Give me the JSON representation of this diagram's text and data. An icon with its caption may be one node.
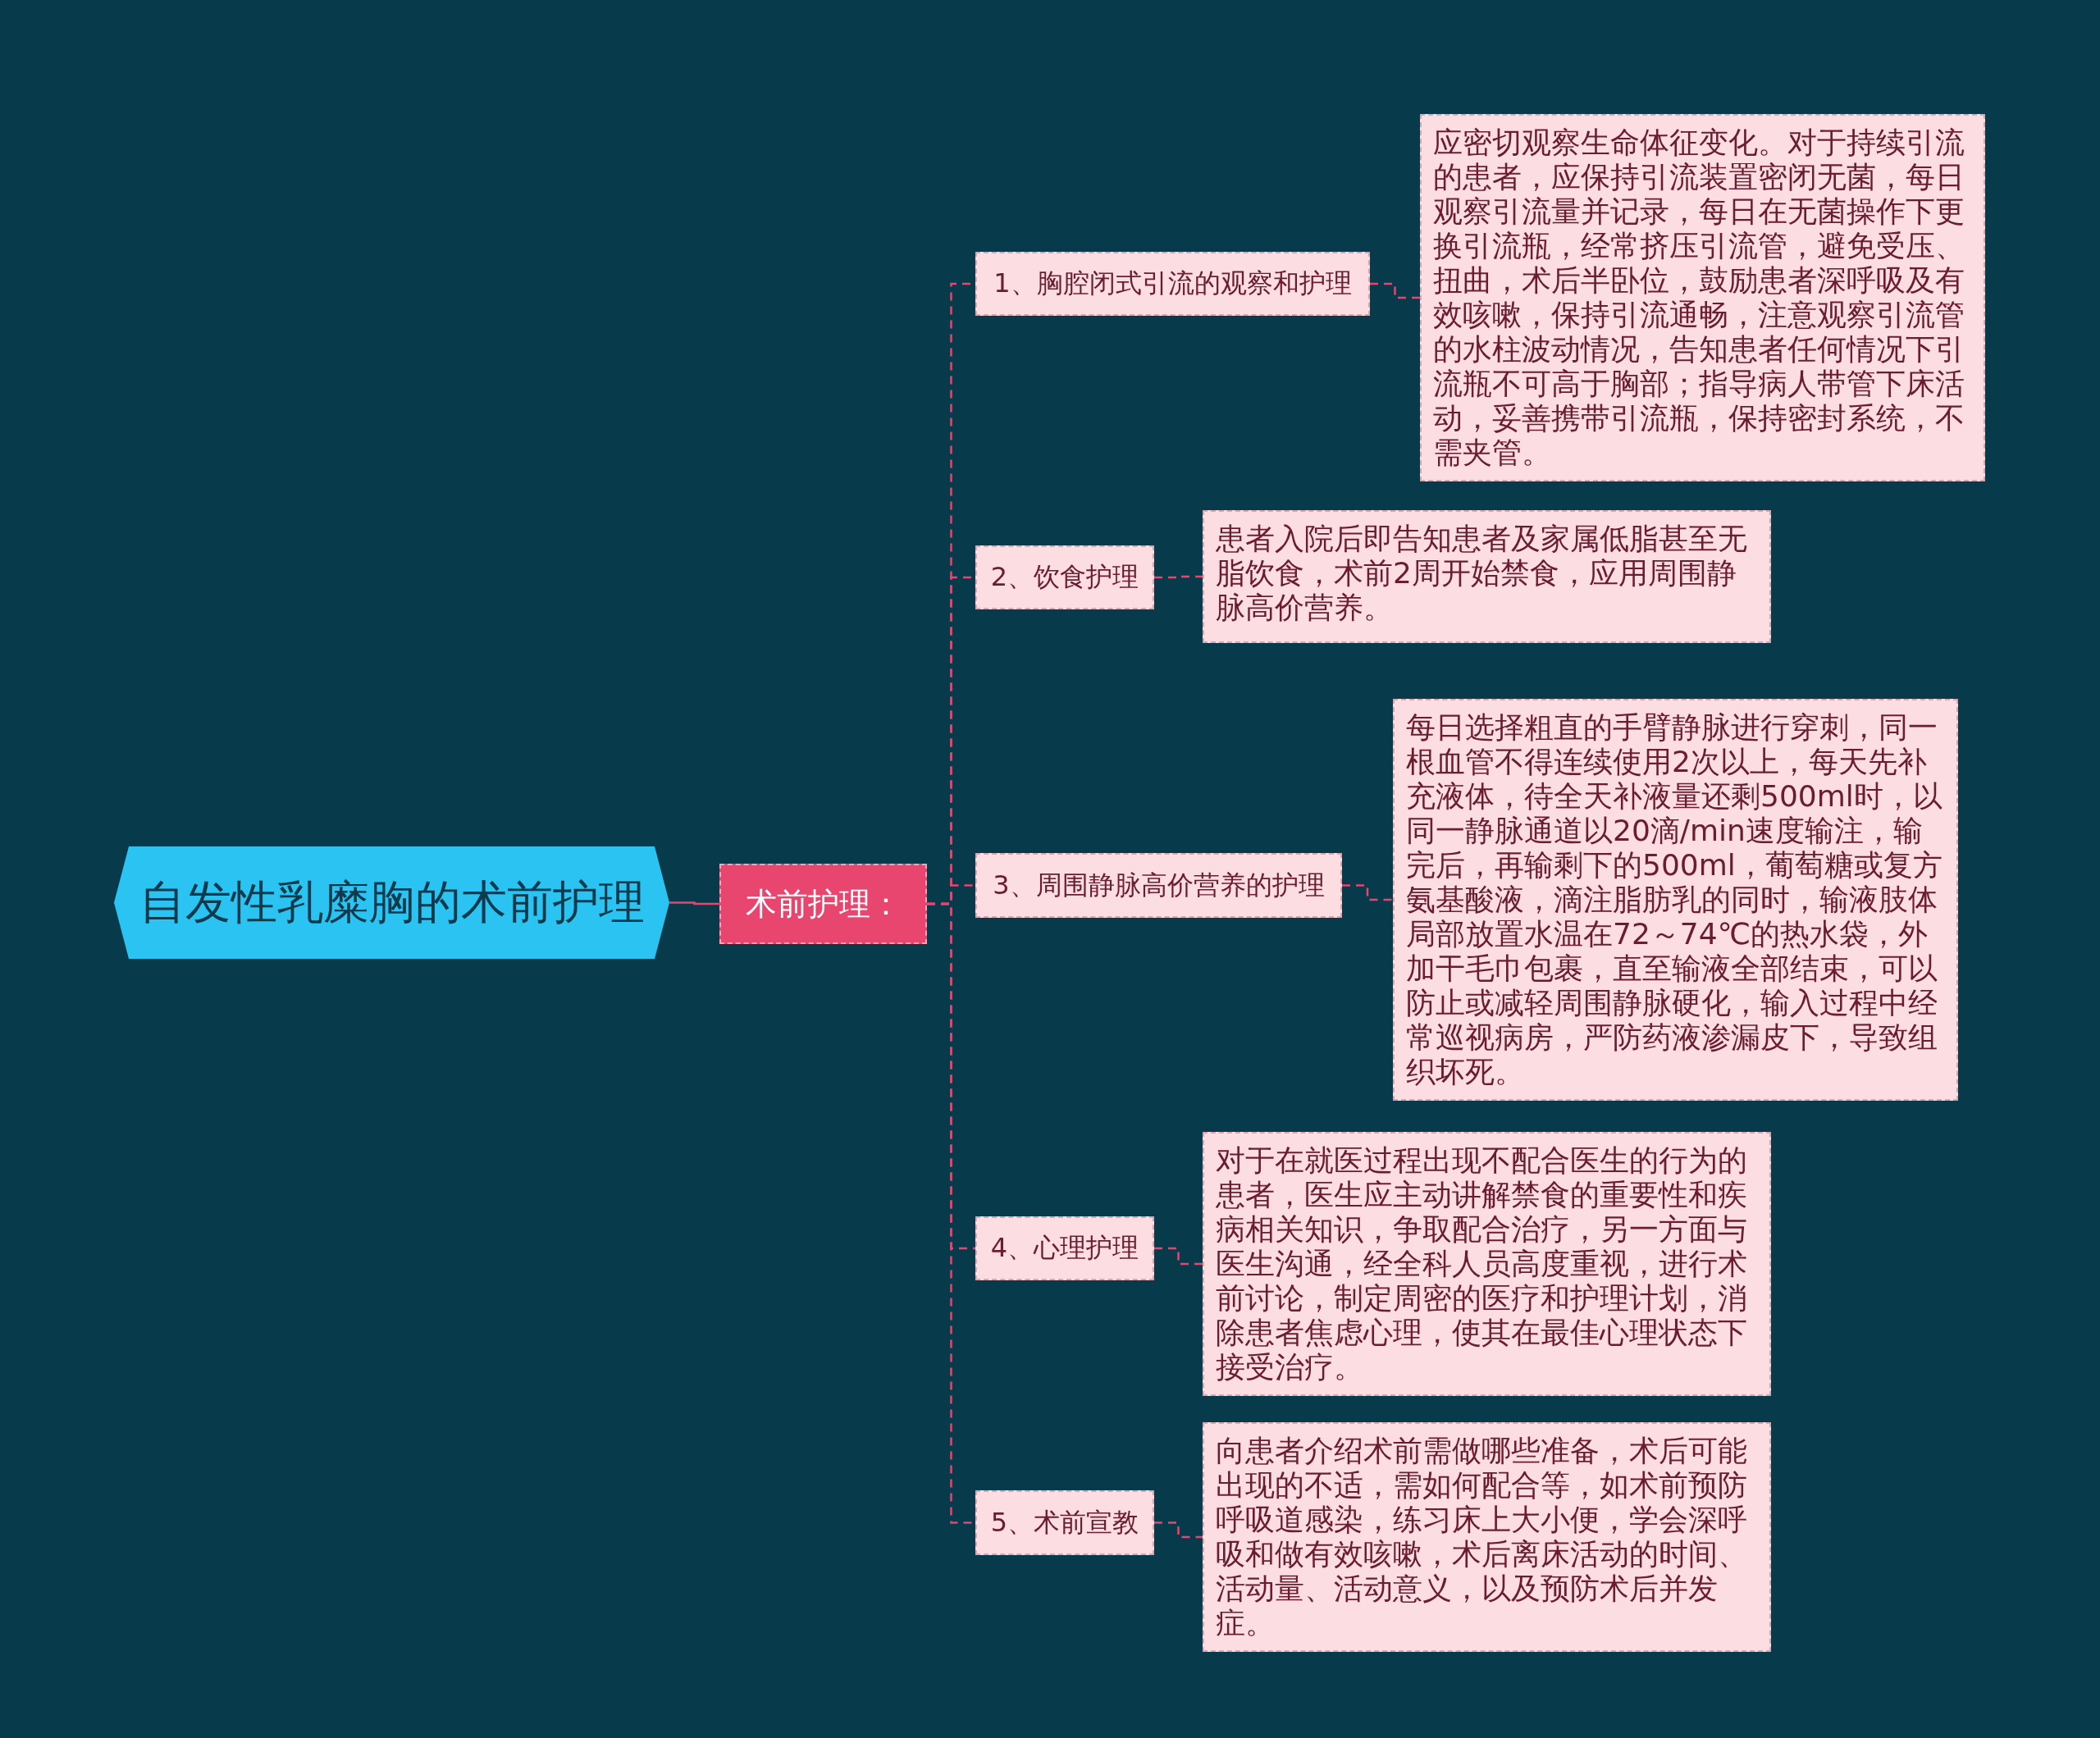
{
  "diagram": {
    "nodes": [
      {
        "text": [
          "自发性乳糜胸的术前护理"
        ]
      },
      {
        "text": [
          "术前护理："
        ]
      },
      {
        "text": [
          "1、胸腔闭式引流的观察和护理"
        ]
      },
      {
        "text": [
          "应密切观察生命体征变化。对于持续引流的患者，应保持引流装置密闭无菌，每日观察引流量并记录，每日在无菌操作下更换引流瓶，经常挤压引流管，避免受压、扭曲，术后半卧位，鼓励患者深呼吸及有效咳嗽，保持引流通畅，注意观察引流管的水柱波动情况，告知患者任何情况下引流瓶不可高于胸部；指导病人带管下床活动，妥善携带引流瓶，保持密封系统，不需夹管。"
        ]
      },
      {
        "text": [
          "2、饮食护理"
        ]
      },
      {
        "text": [
          "患者入院后即告知患者及家属低脂甚至无脂饮食，术前2周开始禁食，应用周围静脉高价营养。"
        ]
      },
      {
        "text": [
          "3、周围静脉高价营养的护理"
        ]
      },
      {
        "text": [
          "每日选择粗直的手臂静脉进行穿刺，同一根血管不得连续使用2次以上，每天先补充液体，待全天补液量还剩500ml时，以同一静脉通道以20滴/min速度输注，输完后，再输剩下的500ml，葡萄糖或复方氨基酸液，滴注脂肪乳的同时，输液肢体局部放置水温在72～74℃的热水袋，外加干毛巾包裹，直至输液全部结束，可以防止或减轻周围静脉硬化，输入过程中经常巡视病房，严防药液渗漏皮下，导致组织坏死。"
        ]
      },
      {
        "text": [
          "4、心理护理"
        ]
      },
      {
        "text": [
          "对于在就医过程出现不配合医生的行为的患者，医生应主动讲解禁食的重要性和疾病相关知识，争取配合治疗，另一方面与医生沟通，经全科人员高度重视，进行术前讨论，制定周密的医疗和护理计划，消除患者焦虑心理，使其在最佳心理状态下接受治疗。"
        ]
      },
      {
        "text": [
          "5、术前宣教"
        ]
      },
      {
        "text": [
          "向患者介绍术前需做哪些准备，术后可能出现的不适，需如何配合等，如术前预防呼吸道感染，练习床上大小便，学会深呼吸和做有效咳嗽，术后离床活动的时间、活动量、活动意义，以及预防术后并发症。"
        ]
      }
    ],
    "edges": [
      {
        "from": 0,
        "to": 1,
        "arrow": "none"
      },
      {
        "from": 1,
        "to": 2,
        "arrow": "none",
        "style": "dashed"
      },
      {
        "from": 1,
        "to": 4,
        "arrow": "none",
        "style": "dashed"
      },
      {
        "from": 1,
        "to": 6,
        "arrow": "none",
        "style": "dashed"
      },
      {
        "from": 1,
        "to": 8,
        "arrow": "none",
        "style": "dashed"
      },
      {
        "from": 1,
        "to": 10,
        "arrow": "none",
        "style": "dashed"
      },
      {
        "from": 2,
        "to": 3,
        "arrow": "none",
        "style": "dashed"
      },
      {
        "from": 4,
        "to": 5,
        "arrow": "none",
        "style": "dashed"
      },
      {
        "from": 6,
        "to": 7,
        "arrow": "none",
        "style": "dashed"
      },
      {
        "from": 8,
        "to": 9,
        "arrow": "none",
        "style": "dashed"
      },
      {
        "from": 10,
        "to": 11,
        "arrow": "none",
        "style": "dashed"
      }
    ]
  }
}
